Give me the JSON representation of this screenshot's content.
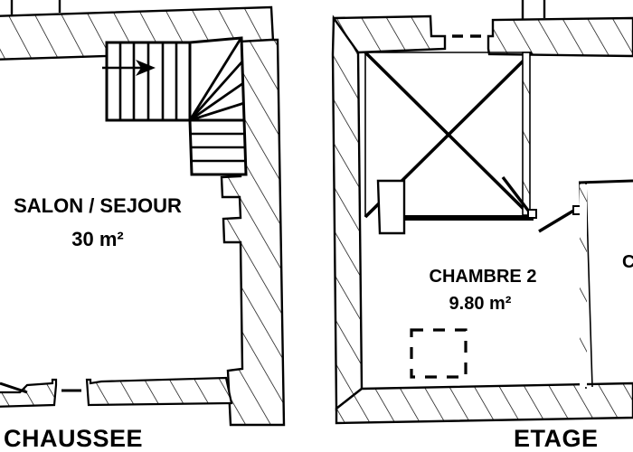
{
  "document": {
    "type": "architectural-floor-plan",
    "panel_count": 2,
    "background_color": "#ffffff",
    "line_color": "#000000"
  },
  "panels": [
    {
      "id": "ground-floor",
      "floor_label": "CHAUSSEE",
      "rooms": [
        {
          "name": "SALON / SEJOUR",
          "area": "30 m²"
        }
      ],
      "features": [
        "staircase-straight-flight",
        "staircase-winder-treads",
        "direction-arrow-up",
        "wall-recess-upper",
        "wall-recess-lower",
        "window-opening-bottom-wall",
        "hatched-walls"
      ]
    },
    {
      "id": "upper-floor",
      "floor_label": "ETAGE",
      "rooms": [
        {
          "name": "CHAMBRE 2",
          "area": "9.80 m²"
        },
        {
          "name": "C",
          "area": ""
        }
      ],
      "features": [
        "stairwell-void-x-mark",
        "closet-alcove",
        "door-swing-left",
        "door-swing-right",
        "window-opening-top-wall",
        "roof-window-dashed-square",
        "partition-wall",
        "hatched-walls"
      ]
    }
  ],
  "labels": {
    "ground_floor_title": "CHAUSSEE",
    "upper_floor_title": "ETAGE",
    "salon_name": "SALON / SEJOUR",
    "salon_area": "30 m²",
    "chambre2_name": "CHAMBRE 2",
    "chambre2_area": "9.80 m²",
    "chambre_partial": "C"
  }
}
